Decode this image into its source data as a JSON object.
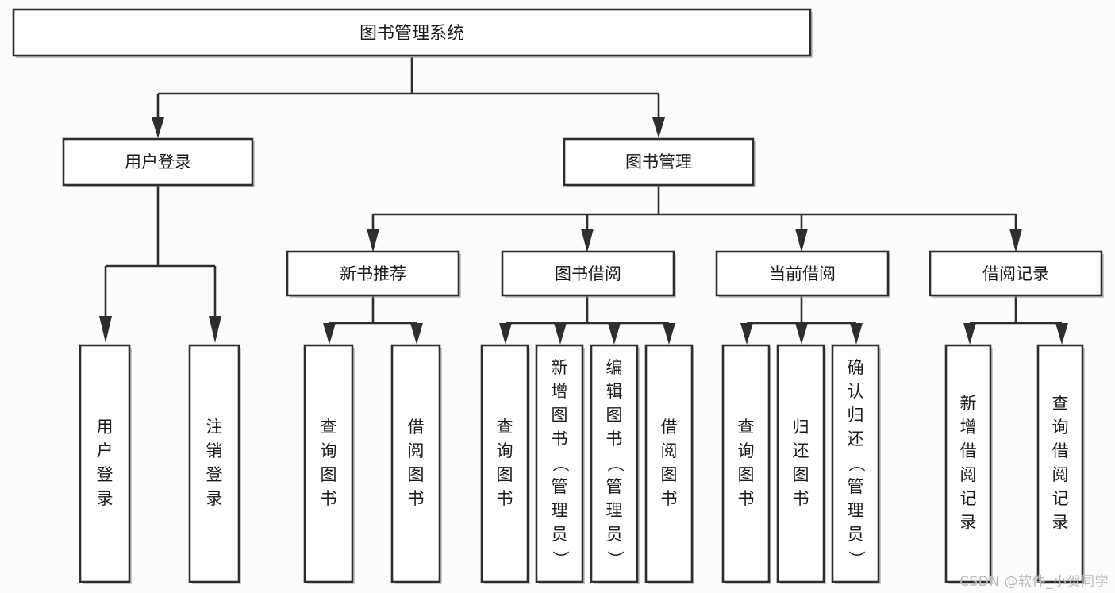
{
  "diagram": {
    "title": "图书管理系统",
    "type": "tree-hierarchy",
    "watermark": "CSDN @软件_小贺同学",
    "colors": {
      "border": "#2e2e2e",
      "fill": "#ffffff",
      "text": "#1a1a1a",
      "page_background": "#fcfcfc",
      "watermark": "#b9b9b9"
    }
  },
  "root": {
    "label": "图书管理系统"
  },
  "level2": [
    {
      "label": "用户登录"
    },
    {
      "label": "图书管理"
    }
  ],
  "level3": [
    {
      "label": "新书推荐"
    },
    {
      "label": "图书借阅"
    },
    {
      "label": "当前借阅"
    },
    {
      "label": "借阅记录"
    }
  ],
  "leaves": {
    "user_login": [
      {
        "label": "用户登录"
      },
      {
        "label": "注销登录"
      }
    ],
    "new_book_recommend": [
      {
        "label": "查询图书"
      },
      {
        "label": "借阅图书"
      }
    ],
    "book_borrow": [
      {
        "label": "查询图书"
      },
      {
        "label": "新增图书（管理员）"
      },
      {
        "label": "编辑图书（管理员）"
      },
      {
        "label": "借阅图书"
      }
    ],
    "current_borrow": [
      {
        "label": "查询图书"
      },
      {
        "label": "归还图书"
      },
      {
        "label": "确认归还（管理员）"
      }
    ],
    "borrow_record": [
      {
        "label": "新增借阅记录"
      },
      {
        "label": "查询借阅记录"
      }
    ]
  }
}
